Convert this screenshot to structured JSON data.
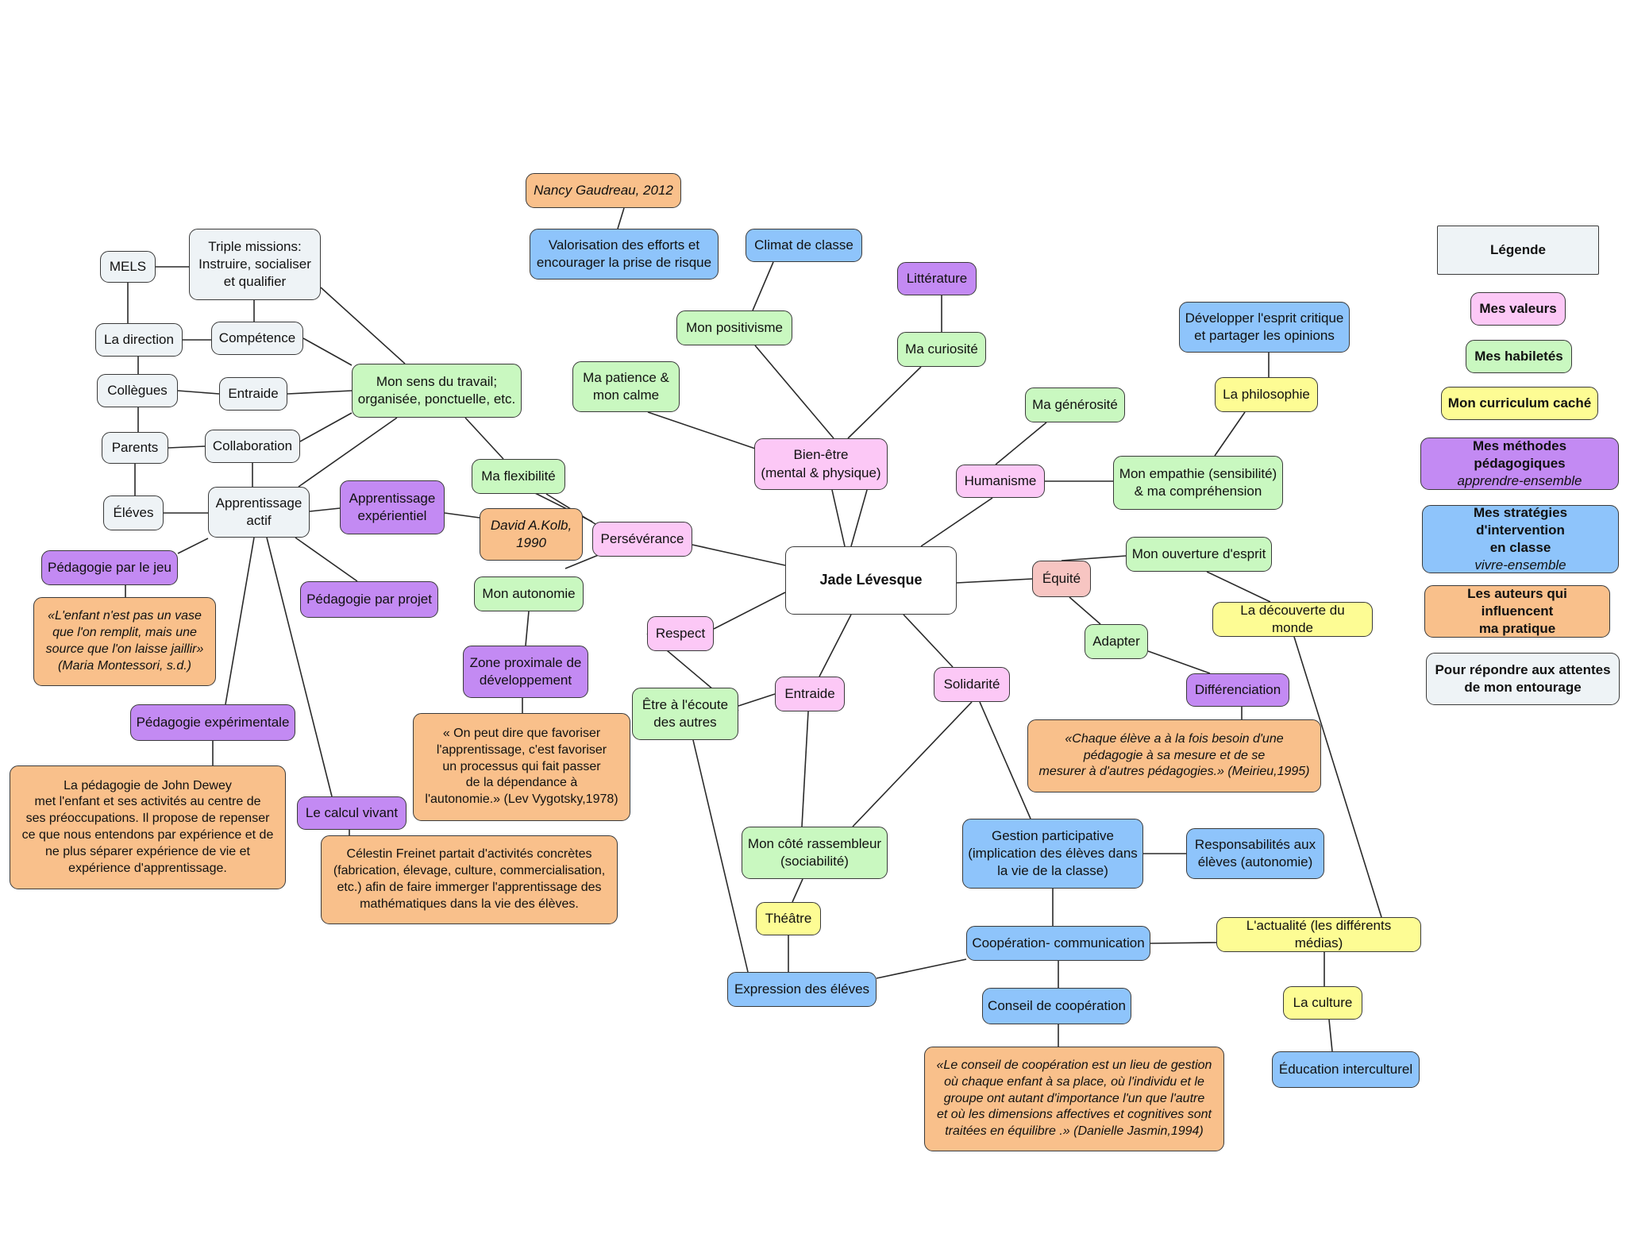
{
  "colors": {
    "valeurs": "#fcc8f6",
    "habiletes": "#c9f8c0",
    "curriculum": "#fdfc94",
    "methodes": "#c38af3",
    "strategies": "#8ec4fb",
    "auteurs": "#f9c08b",
    "entourage": "#eef3f6",
    "equite": "#f7c5c2",
    "center": "#ffffff"
  },
  "center": {
    "label": "Jade Lévesque"
  },
  "nodes": {
    "nancy": "Nancy Gaudreau, 2012",
    "valorisation": "Valorisation des efforts et\nencourager la prise de risque",
    "climat": "Climat de classe",
    "litterature": "Littérature",
    "positivisme": "Mon positivisme",
    "curiosite": "Ma curiosité",
    "patience": "Ma patience &\nmon calme",
    "bienetre": "Bien-être\n(mental & physique)",
    "developper": "Développer l'esprit critique\net partager les opinions",
    "philosophie": "La philosophie",
    "generosite": "Ma générosité",
    "humanisme": "Humanisme",
    "empathie": "Mon empathie (sensibilité)\n& ma compréhension",
    "mels": "MELS",
    "triple": "Triple missions:\nInstruire, socialiser\net qualifier",
    "direction": "La direction",
    "competence": "Compétence",
    "collegues": "Collègues",
    "entraide_left": "Entraide",
    "parents": "Parents",
    "collaboration": "Collaboration",
    "eleves": "Éléves",
    "sens_travail": "Mon sens du travail;\norganisée, ponctuelle, etc.",
    "flexibilite": "Ma flexibilité",
    "app_actif": "Apprentissage\nactif",
    "app_exp": "Apprentissage\nexpérientiel",
    "kolb": "David A.Kolb,\n1990",
    "perseverance": "Persévérance",
    "peda_jeu": "Pédagogie par le jeu",
    "peda_projet": "Pédagogie par projet",
    "autonomie": "Mon autonomie",
    "montessori": "«L'enfant n'est pas un vase\nque l'on remplit, mais une\nsource que l'on laisse jaillir»\n(Maria Montessori, s.d.)",
    "respect": "Respect",
    "zone": "Zone proximale de\ndéveloppement",
    "equite": "Équité",
    "ouverture": "Mon ouverture d'esprit",
    "decouverte": "La découverte du monde",
    "adapter": "Adapter",
    "differenciation": "Différenciation",
    "peda_exp": "Pédagogie expérimentale",
    "vygotsky": "« On peut dire que favoriser\nl'apprentissage, c'est favoriser\nun processus qui fait passer\nde la dépendance à\nl'autonomie.» (Lev Vygotsky,1978)",
    "ecoute": "Être à l'écoute\ndes autres",
    "entraide_center": "Entraide",
    "solidarite": "Solidarité",
    "meirieu": "«Chaque élève a à la fois besoin d'une\npédagogie à sa mesure et de se\nmesurer à d'autres pédagogies.» (Meirieu,1995)",
    "dewey": "La pédagogie de John Dewey\nmet l'enfant et ses activités au centre de\nses préoccupations. Il propose de repenser\nce que nous entendons par expérience et de\nne plus séparer expérience de vie et\nexpérience d'apprentissage.",
    "calcul": "Le calcul vivant",
    "freinet": "Célestin Freinet partait d'activités concrètes\n(fabrication, élevage, culture, commercialisation,\netc.) afin de faire immerger l'apprentissage des\nmathématiques dans la vie des élèves.",
    "rassembleur": "Mon côté rassembleur\n(sociabilité)",
    "gestion": "Gestion participative\n(implication des élèves dans\nla vie de la classe)",
    "responsabilites": "Responsabilités aux\nélèves (autonomie)",
    "theatre": "Théâtre",
    "cooperation_comm": "Coopération- communication",
    "actualite": "L'actualité (les différents médias)",
    "expression": "Expression des éléves",
    "conseil": "Conseil de coopération",
    "culture": "La culture",
    "interculturel": "Éducation interculturel",
    "jasmin": "«Le conseil de coopération est un lieu de gestion\noù chaque enfant à sa place, où l'individu et le\ngroupe ont autant d'importance l'un que l'autre\net où les dimensions affectives et cognitives sont\ntraitées en équilibre .» (Danielle Jasmin,1994)"
  },
  "legend": {
    "title": "Légende",
    "valeurs": "Mes valeurs",
    "habiletes": "Mes habiletés",
    "curriculum": "Mon curriculum caché",
    "methodes": "Mes méthodes pédagogiques",
    "methodes_sub": "apprendre-ensemble",
    "strategies": "Mes stratégies d'intervention\nen classe",
    "strategies_sub": "vivre-ensemble",
    "auteurs": "Les auteurs qui influencent\nma pratique",
    "entourage": "Pour répondre aux attentes\nde mon entourage"
  }
}
